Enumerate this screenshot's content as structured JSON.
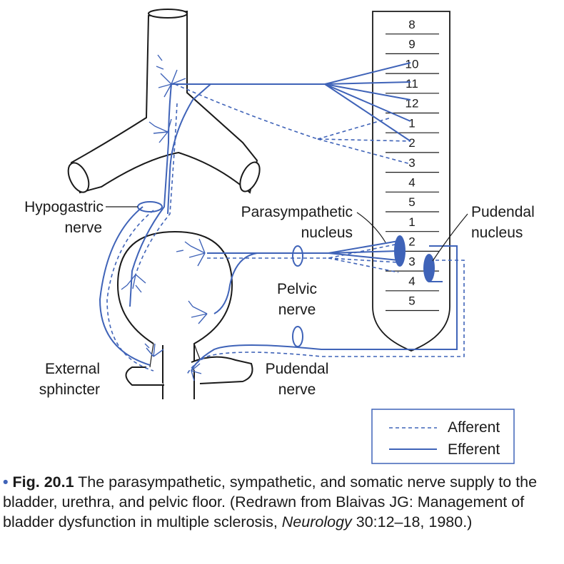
{
  "diagram": {
    "labels": {
      "hypogastric_1": "Hypogastric",
      "hypogastric_2": "nerve",
      "parasympathetic_1": "Parasympathetic",
      "parasympathetic_2": "nucleus",
      "pudendal_nucleus_1": "Pudendal",
      "pudendal_nucleus_2": "nucleus",
      "pelvic_1": "Pelvic",
      "pelvic_2": "nerve",
      "pudendal_nerve_1": "Pudendal",
      "pudendal_nerve_2": "nerve",
      "external_1": "External",
      "external_2": "sphincter"
    },
    "spinal_segments": [
      "8",
      "9",
      "10",
      "11",
      "12",
      "1",
      "2",
      "3",
      "4",
      "5",
      "1",
      "2",
      "3",
      "4",
      "5"
    ],
    "legend": {
      "afferent": "Afferent",
      "efferent": "Efferent"
    },
    "colors": {
      "nerve": "#3f63b8",
      "outline": "#1a1a1a"
    }
  },
  "caption": {
    "bullet": "•",
    "fig_label": "Fig. 20.1",
    "text_before": " The parasympathetic, sympathetic, and somatic nerve supply to the bladder, urethra, and pelvic floor. (Redrawn from Blaivas JG: Management of bladder dysfunction in multiple sclerosis, ",
    "journal": "Neurology",
    "text_after": " 30:12–18, 1980.)"
  }
}
